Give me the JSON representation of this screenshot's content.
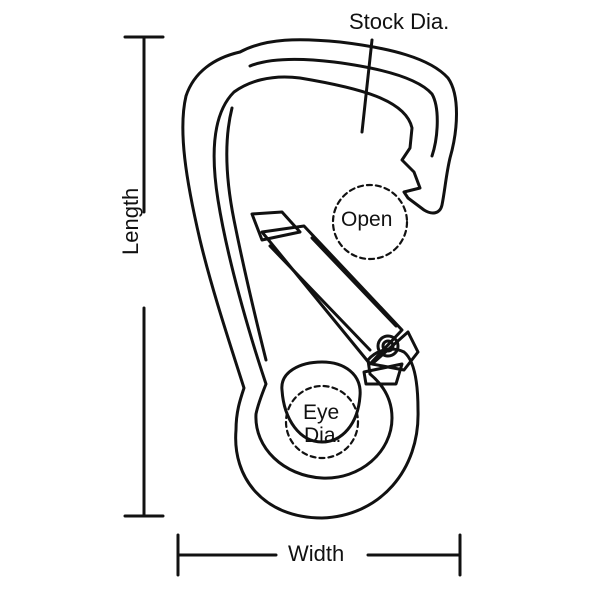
{
  "labels": {
    "stock_dia": "Stock Dia.",
    "length": "Length",
    "open": "Open",
    "eye_line1": "Eye",
    "eye_line2": "Dia.",
    "width": "Width"
  },
  "colors": {
    "stroke": "#111111",
    "background": "#ffffff"
  }
}
